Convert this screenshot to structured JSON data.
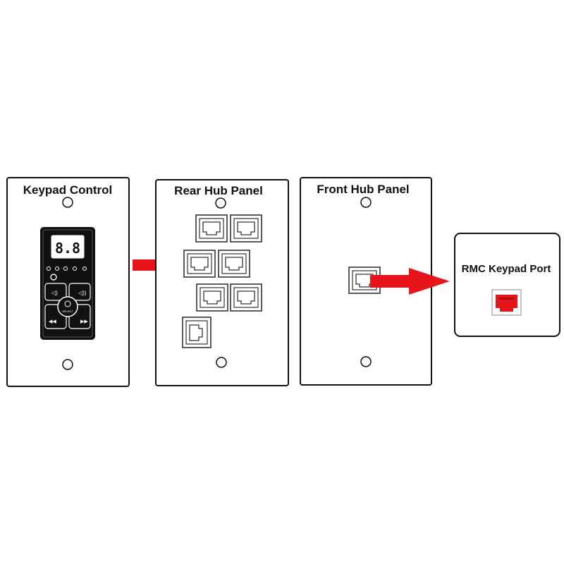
{
  "panels": {
    "keypad": {
      "title": "Keypad Control"
    },
    "rear_hub": {
      "title": "Rear Hub Panel"
    },
    "front_hub": {
      "title": "Front Hub Panel"
    },
    "rmc": {
      "title": "RMC Keypad Port"
    }
  },
  "keypad_device": {
    "display_text": "8.8",
    "button_label": "SELECT"
  },
  "colors": {
    "arrow": "#e8141c",
    "rmc_port": "#e8141c",
    "outline": "#111111",
    "device_body": "#111111"
  },
  "icons": [
    "speaker-low-icon",
    "speaker-high-icon",
    "power-icon",
    "previous-track-icon",
    "next-track-icon",
    "ethernet-port-icon",
    "phone-jack-icon"
  ]
}
